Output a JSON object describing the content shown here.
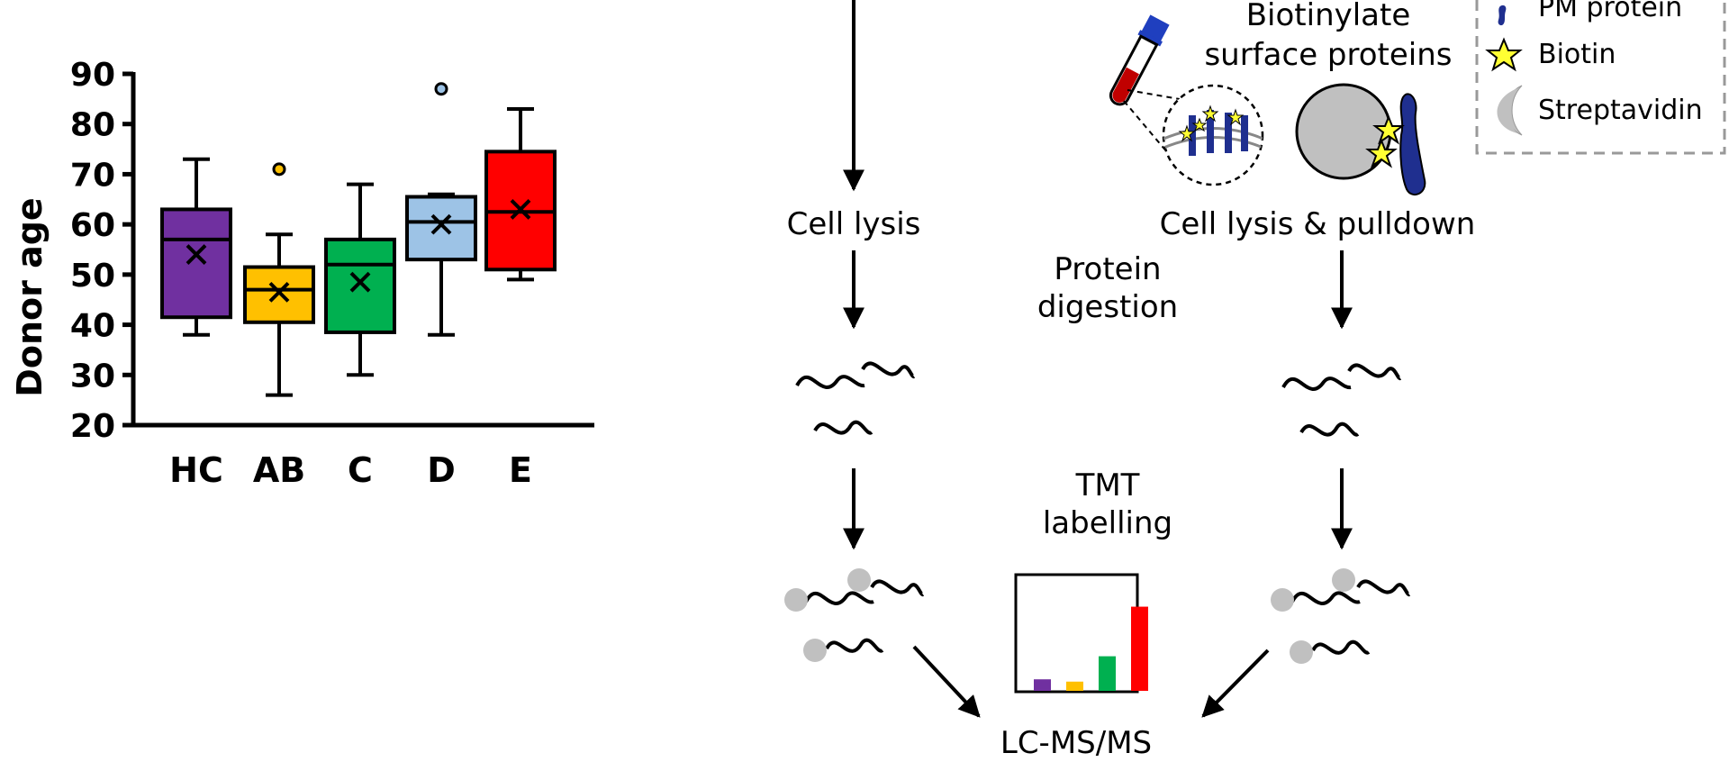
{
  "chart_data": {
    "type": "box",
    "ylabel": "Donor age",
    "ylim": [
      20,
      90
    ],
    "yticks": [
      20,
      30,
      40,
      50,
      60,
      70,
      80,
      90
    ],
    "categories": [
      "HC",
      "AB",
      "C",
      "D",
      "E"
    ],
    "boxes": [
      {
        "category": "HC",
        "min": 38,
        "q1": 41.5,
        "median": 57,
        "q3": 63,
        "max": 73,
        "mean": 54,
        "outliers": [],
        "color": "#7030a0"
      },
      {
        "category": "AB",
        "min": 26,
        "q1": 40.5,
        "median": 47,
        "q3": 51.5,
        "max": 58,
        "mean": 46.5,
        "outliers": [
          71
        ],
        "color": "#ffc000"
      },
      {
        "category": "C",
        "min": 30,
        "q1": 38.5,
        "median": 52,
        "q3": 57,
        "max": 68,
        "mean": 48.5,
        "outliers": [],
        "color": "#00b050"
      },
      {
        "category": "D",
        "min": 38,
        "q1": 53,
        "median": 60.5,
        "q3": 65.5,
        "max": 66,
        "mean": 60,
        "outliers": [
          87
        ],
        "color": "#9dc3e6"
      },
      {
        "category": "E",
        "min": 49,
        "q1": 51,
        "median": 62.5,
        "q3": 74.5,
        "max": 83,
        "mean": 63,
        "outliers": [],
        "color": "#ff0000"
      }
    ]
  },
  "workflow": {
    "left_branch": {
      "step1": "Cell lysis"
    },
    "middle": {
      "digestion_line1": "Protein",
      "digestion_line2": "digestion",
      "tmt_line1": "TMT",
      "tmt_line2": "labelling",
      "final": "LC-MS/MS"
    },
    "right_branch": {
      "biotin_line1": "Biotinylate",
      "biotin_line2": "surface proteins",
      "step1": "Cell lysis & pulldown"
    },
    "legend": {
      "pm_protein": "PM protein",
      "biotin": "Biotin",
      "streptavidin": "Streptavidin"
    },
    "tmt_inset_bars": [
      {
        "value": 0.1,
        "color": "#7030a0"
      },
      {
        "value": 0.08,
        "color": "#ffc000"
      },
      {
        "value": 0.3,
        "color": "#00b050"
      },
      {
        "value": 0.73,
        "color": "#ff0000"
      }
    ]
  },
  "colors": {
    "protein": "#1f2f8f",
    "star": "#ffff33",
    "bead": "#c0c0c0",
    "tube_liquid": "#c00000",
    "tube_cap": "#1f3fbf"
  }
}
